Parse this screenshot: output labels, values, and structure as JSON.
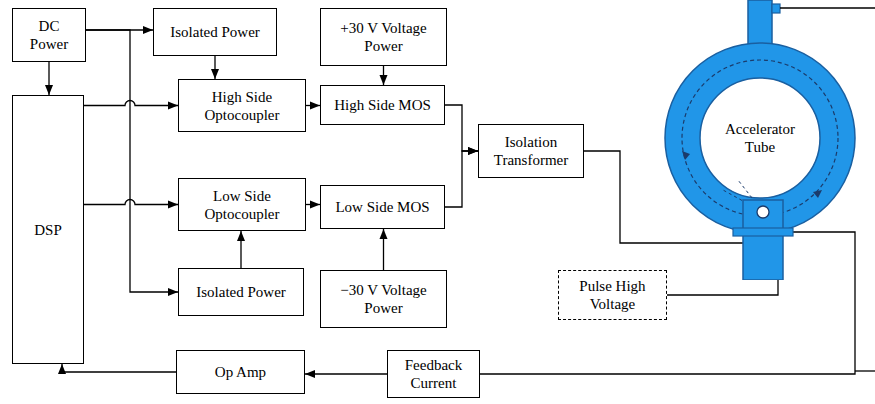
{
  "diagram": {
    "nodes": [
      {
        "text": [
          "DC Power"
        ]
      },
      {
        "text": [
          "Isolated Power"
        ]
      },
      {
        "text": [
          "+30 V Voltage Power"
        ]
      },
      {
        "text": [
          "DSP"
        ]
      },
      {
        "text": [
          "High Side Optocoupler"
        ]
      },
      {
        "text": [
          "High Side MOS"
        ]
      },
      {
        "text": [
          "Isolation Transformer"
        ]
      },
      {
        "text": [
          "Accelerator Tube"
        ]
      },
      {
        "text": [
          "Low Side Optocoupler"
        ]
      },
      {
        "text": [
          "Low Side MOS"
        ]
      },
      {
        "text": [
          "Isolated Power"
        ]
      },
      {
        "text": [
          "−30 V Voltage Power"
        ]
      },
      {
        "text": [
          "Pulse High Voltage"
        ]
      },
      {
        "text": [
          "Op Amp"
        ]
      },
      {
        "text": [
          "Feedback Current"
        ]
      }
    ],
    "edges": [
      {
        "from": 0,
        "to": 3,
        "arrow": "to"
      },
      {
        "from": 0,
        "to": 1,
        "arrow": "to"
      },
      {
        "from": 0,
        "to": 10,
        "arrow": "to"
      },
      {
        "from": 1,
        "to": 4,
        "arrow": "to"
      },
      {
        "from": 10,
        "to": 8,
        "arrow": "to"
      },
      {
        "from": 3,
        "to": 4,
        "arrow": "to"
      },
      {
        "from": 3,
        "to": 8,
        "arrow": "to"
      },
      {
        "from": 4,
        "to": 5,
        "arrow": "to"
      },
      {
        "from": 8,
        "to": 9,
        "arrow": "to"
      },
      {
        "from": 2,
        "to": 5,
        "arrow": "to"
      },
      {
        "from": 11,
        "to": 9,
        "arrow": "to"
      },
      {
        "from": 5,
        "to": 6,
        "arrow": "to"
      },
      {
        "from": 9,
        "to": 6,
        "arrow": "to"
      },
      {
        "from": 6,
        "to": 7,
        "arrow": "none"
      },
      {
        "from": 12,
        "to": 7,
        "arrow": "none"
      },
      {
        "from": 7,
        "to": 14,
        "arrow": "none"
      },
      {
        "from": 14,
        "to": 13,
        "arrow": "to"
      },
      {
        "from": 13,
        "to": 3,
        "arrow": "to"
      }
    ]
  }
}
